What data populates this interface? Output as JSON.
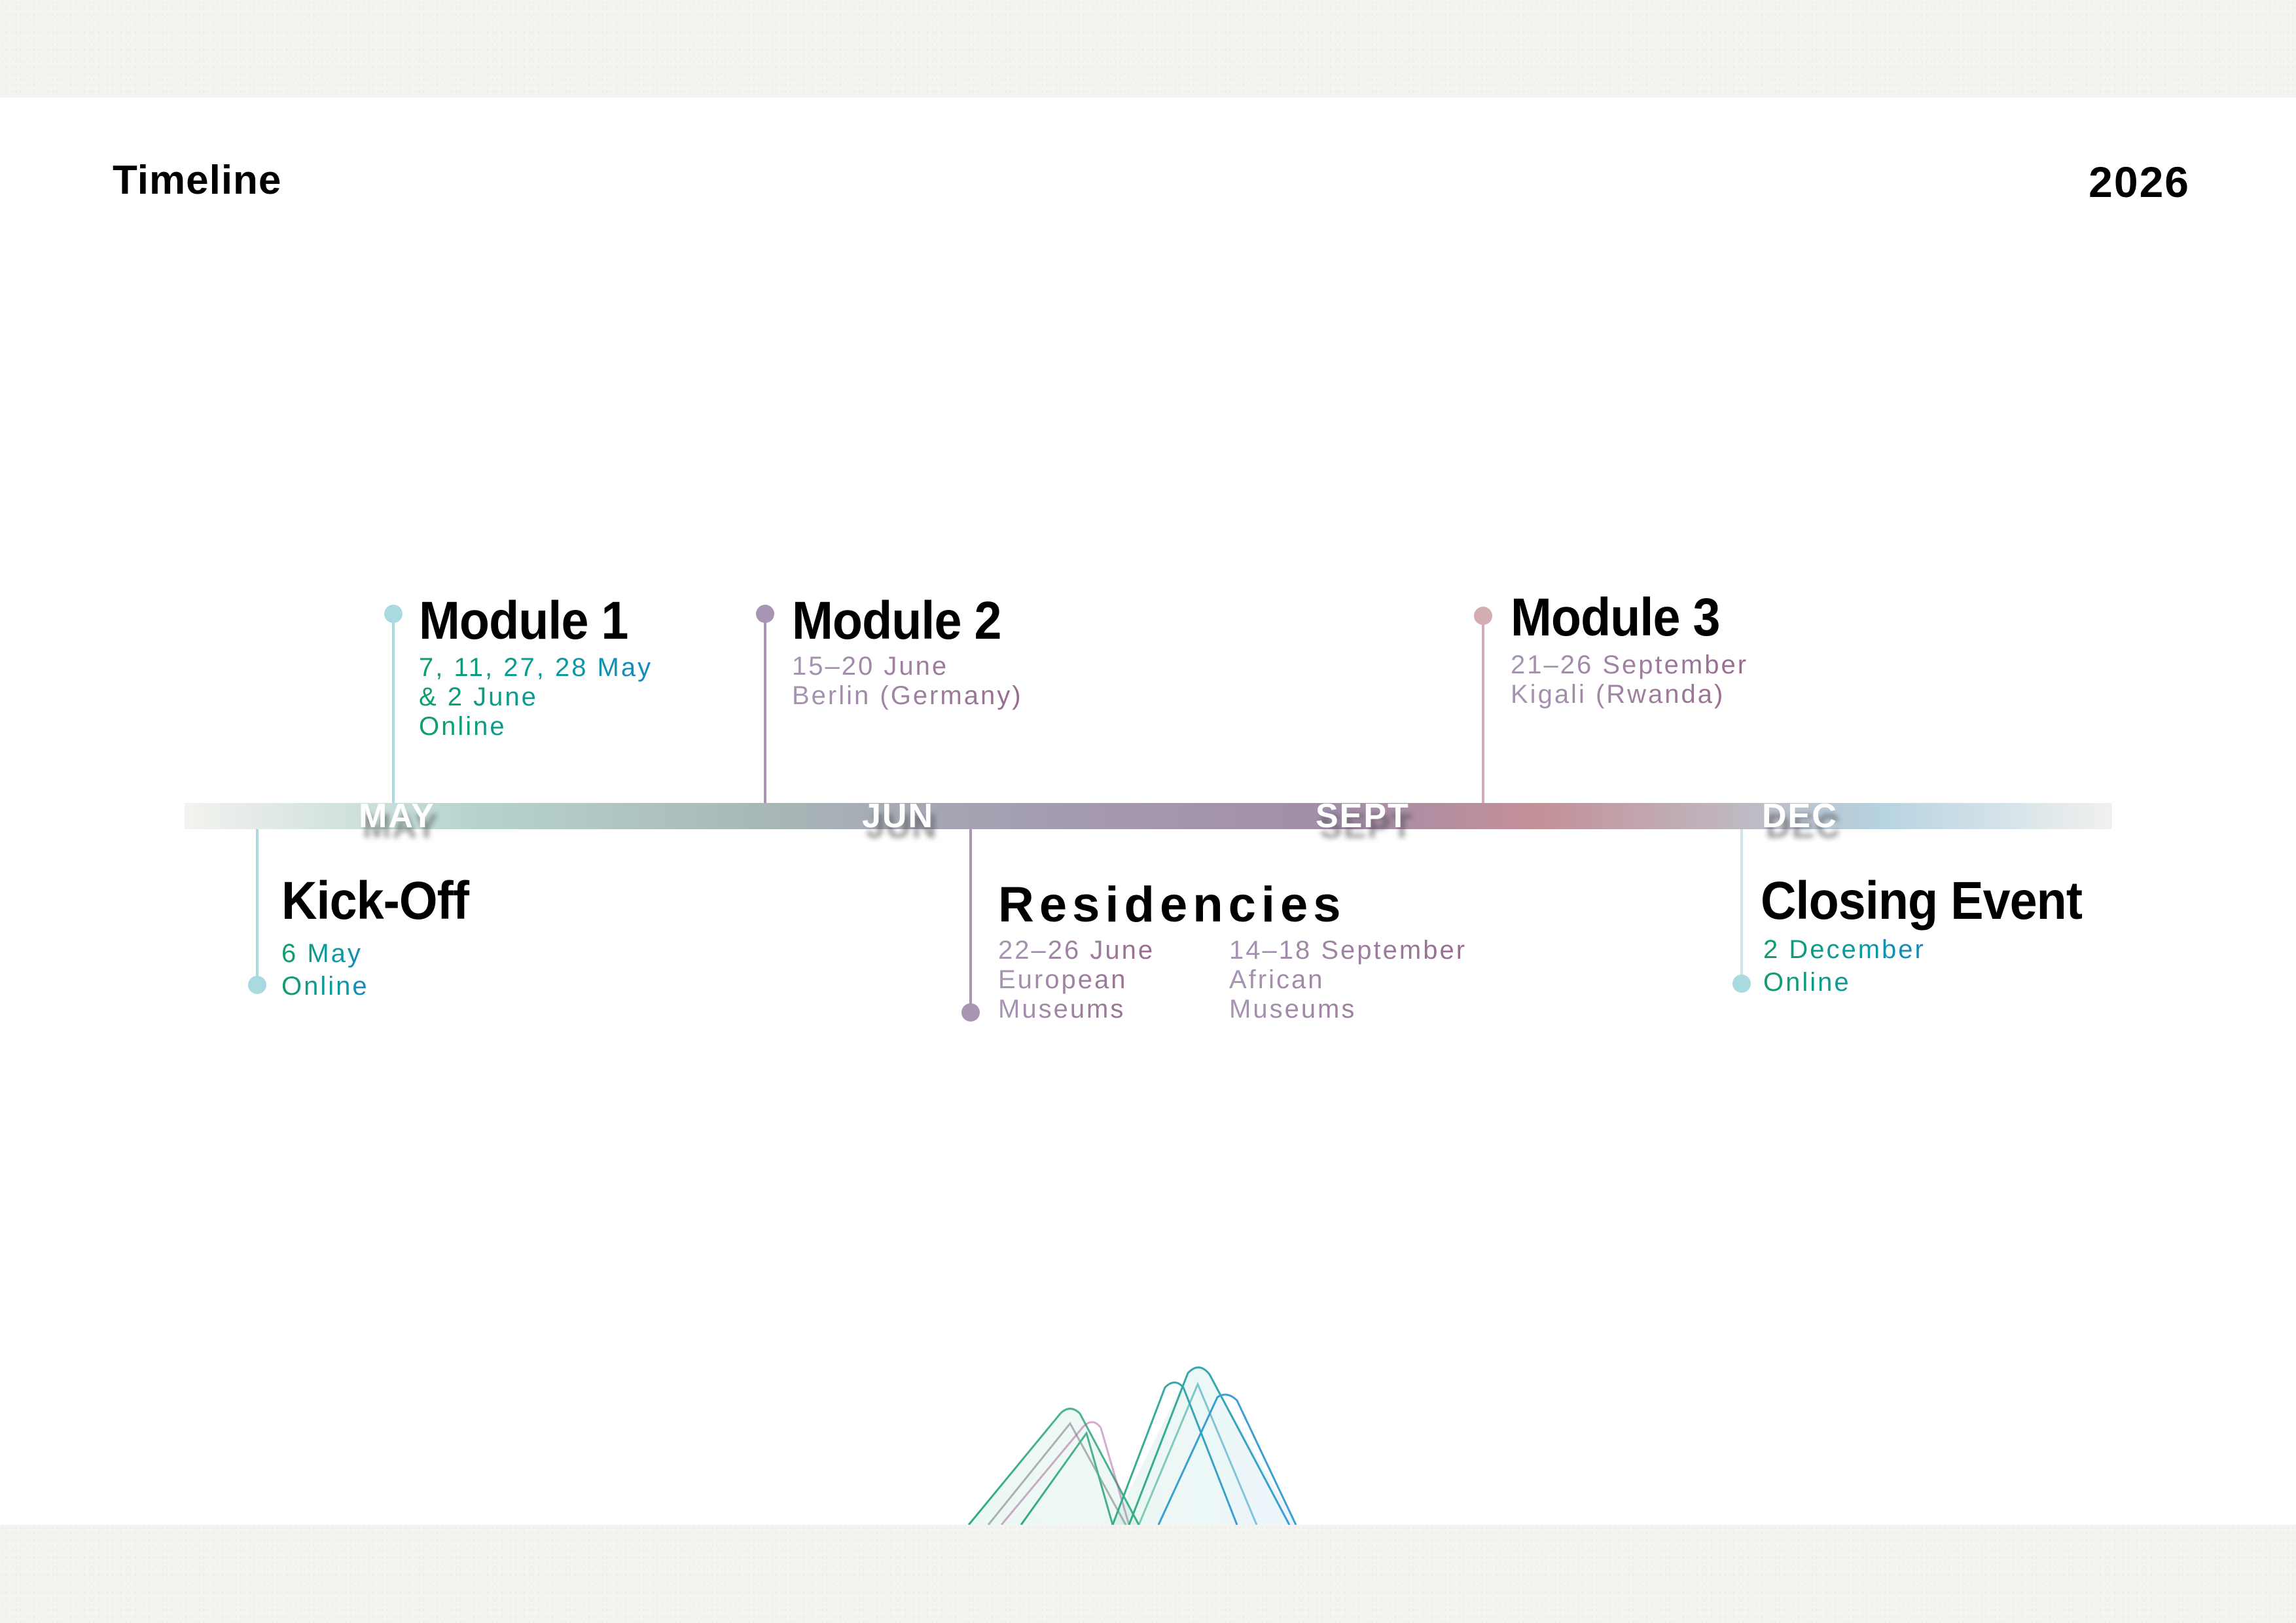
{
  "header": {
    "title": "Timeline",
    "year": "2026"
  },
  "months": [
    {
      "label": "MAY"
    },
    {
      "label": "JUN"
    },
    {
      "label": "SEPT"
    },
    {
      "label": "DEC"
    }
  ],
  "events": {
    "module1": {
      "title": "Module 1",
      "lines": [
        "7, 11, 27, 28 May",
        "& 2 June",
        "Online"
      ]
    },
    "module2": {
      "title": "Module 2",
      "lines": [
        "15–20 June",
        "Berlin (Germany)"
      ]
    },
    "module3": {
      "title": "Module 3",
      "lines": [
        "21–26 September",
        "Kigali (Rwanda)"
      ]
    },
    "kickoff": {
      "title": "Kick-Off",
      "lines": [
        "6 May",
        "Online"
      ]
    },
    "residencies": {
      "title": "Residencies",
      "columns": [
        {
          "lines": [
            "22–26 June",
            "European",
            "Museums"
          ]
        },
        {
          "lines": [
            "14–18 September",
            "African",
            "Museums"
          ]
        }
      ]
    },
    "closing": {
      "title": "Closing Event",
      "lines": [
        "2 December",
        "Online"
      ]
    }
  },
  "colors": {
    "online_accent": "#0e9e6a",
    "inperson_accent": "#976b8f",
    "dot_teal": "#a8dadf",
    "dot_mauve": "#a795b3",
    "dot_rose": "#d4adb3",
    "band": "#f3f3ef"
  },
  "decoration": {
    "icon": "mountain-wave-graphic"
  }
}
